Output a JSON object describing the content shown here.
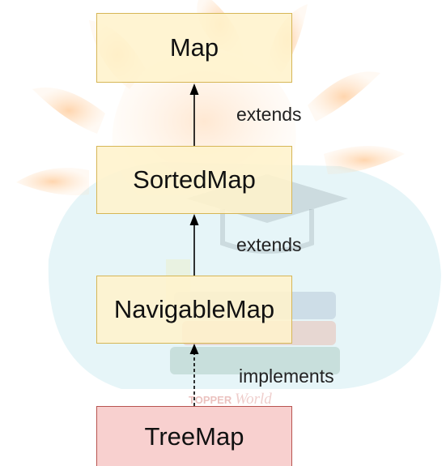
{
  "nodes": {
    "map": "Map",
    "sorted_map": "SortedMap",
    "navigable_map": "NavigableMap",
    "tree_map": "TreeMap"
  },
  "edges": {
    "sorted_to_map": "extends",
    "navigable_to_sorted": "extends",
    "treemap_to_navigable": "implements"
  },
  "watermark": {
    "text_a": "TOPPER",
    "text_b": "World"
  },
  "colors": {
    "interface_fill": "#fff2cc",
    "interface_border": "#d6b656",
    "class_fill": "#f8cecc",
    "class_border": "#b85450"
  }
}
